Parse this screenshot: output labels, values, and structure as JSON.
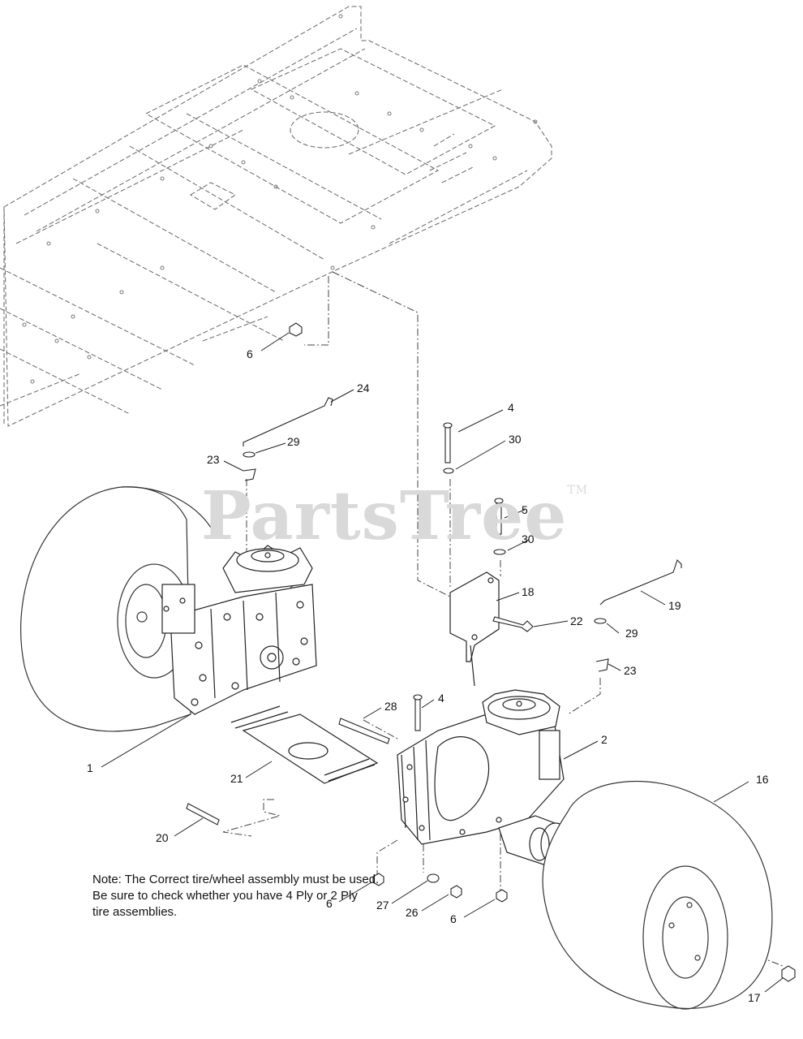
{
  "watermark": {
    "brand": "PartsTree",
    "trademark": "TM"
  },
  "callouts": [
    {
      "id": "c6a",
      "label": "6"
    },
    {
      "id": "c24",
      "label": "24"
    },
    {
      "id": "c4a",
      "label": "4"
    },
    {
      "id": "c30a",
      "label": "30"
    },
    {
      "id": "c29a",
      "label": "29"
    },
    {
      "id": "c23a",
      "label": "23"
    },
    {
      "id": "c5",
      "label": "5"
    },
    {
      "id": "c30b",
      "label": "30"
    },
    {
      "id": "c18",
      "label": "18"
    },
    {
      "id": "c19",
      "label": "19"
    },
    {
      "id": "c22",
      "label": "22"
    },
    {
      "id": "c29b",
      "label": "29"
    },
    {
      "id": "c23b",
      "label": "23"
    },
    {
      "id": "c28",
      "label": "28"
    },
    {
      "id": "c4b",
      "label": "4"
    },
    {
      "id": "c2",
      "label": "2"
    },
    {
      "id": "c1",
      "label": "1"
    },
    {
      "id": "c21",
      "label": "21"
    },
    {
      "id": "c16",
      "label": "16"
    },
    {
      "id": "c20",
      "label": "20"
    },
    {
      "id": "c6b",
      "label": "6"
    },
    {
      "id": "c27",
      "label": "27"
    },
    {
      "id": "c26",
      "label": "26"
    },
    {
      "id": "c6c",
      "label": "6"
    },
    {
      "id": "c17",
      "label": "17"
    }
  ],
  "note": {
    "line1": "Note: The Correct tire/wheel assembly must be used.",
    "line2": "Be sure to check whether you have 4 Ply or 2 Ply",
    "line3": "tire assemblies."
  },
  "colors": {
    "line": "#222222",
    "frame": "#666666",
    "watermark": "#d9d9d9"
  }
}
